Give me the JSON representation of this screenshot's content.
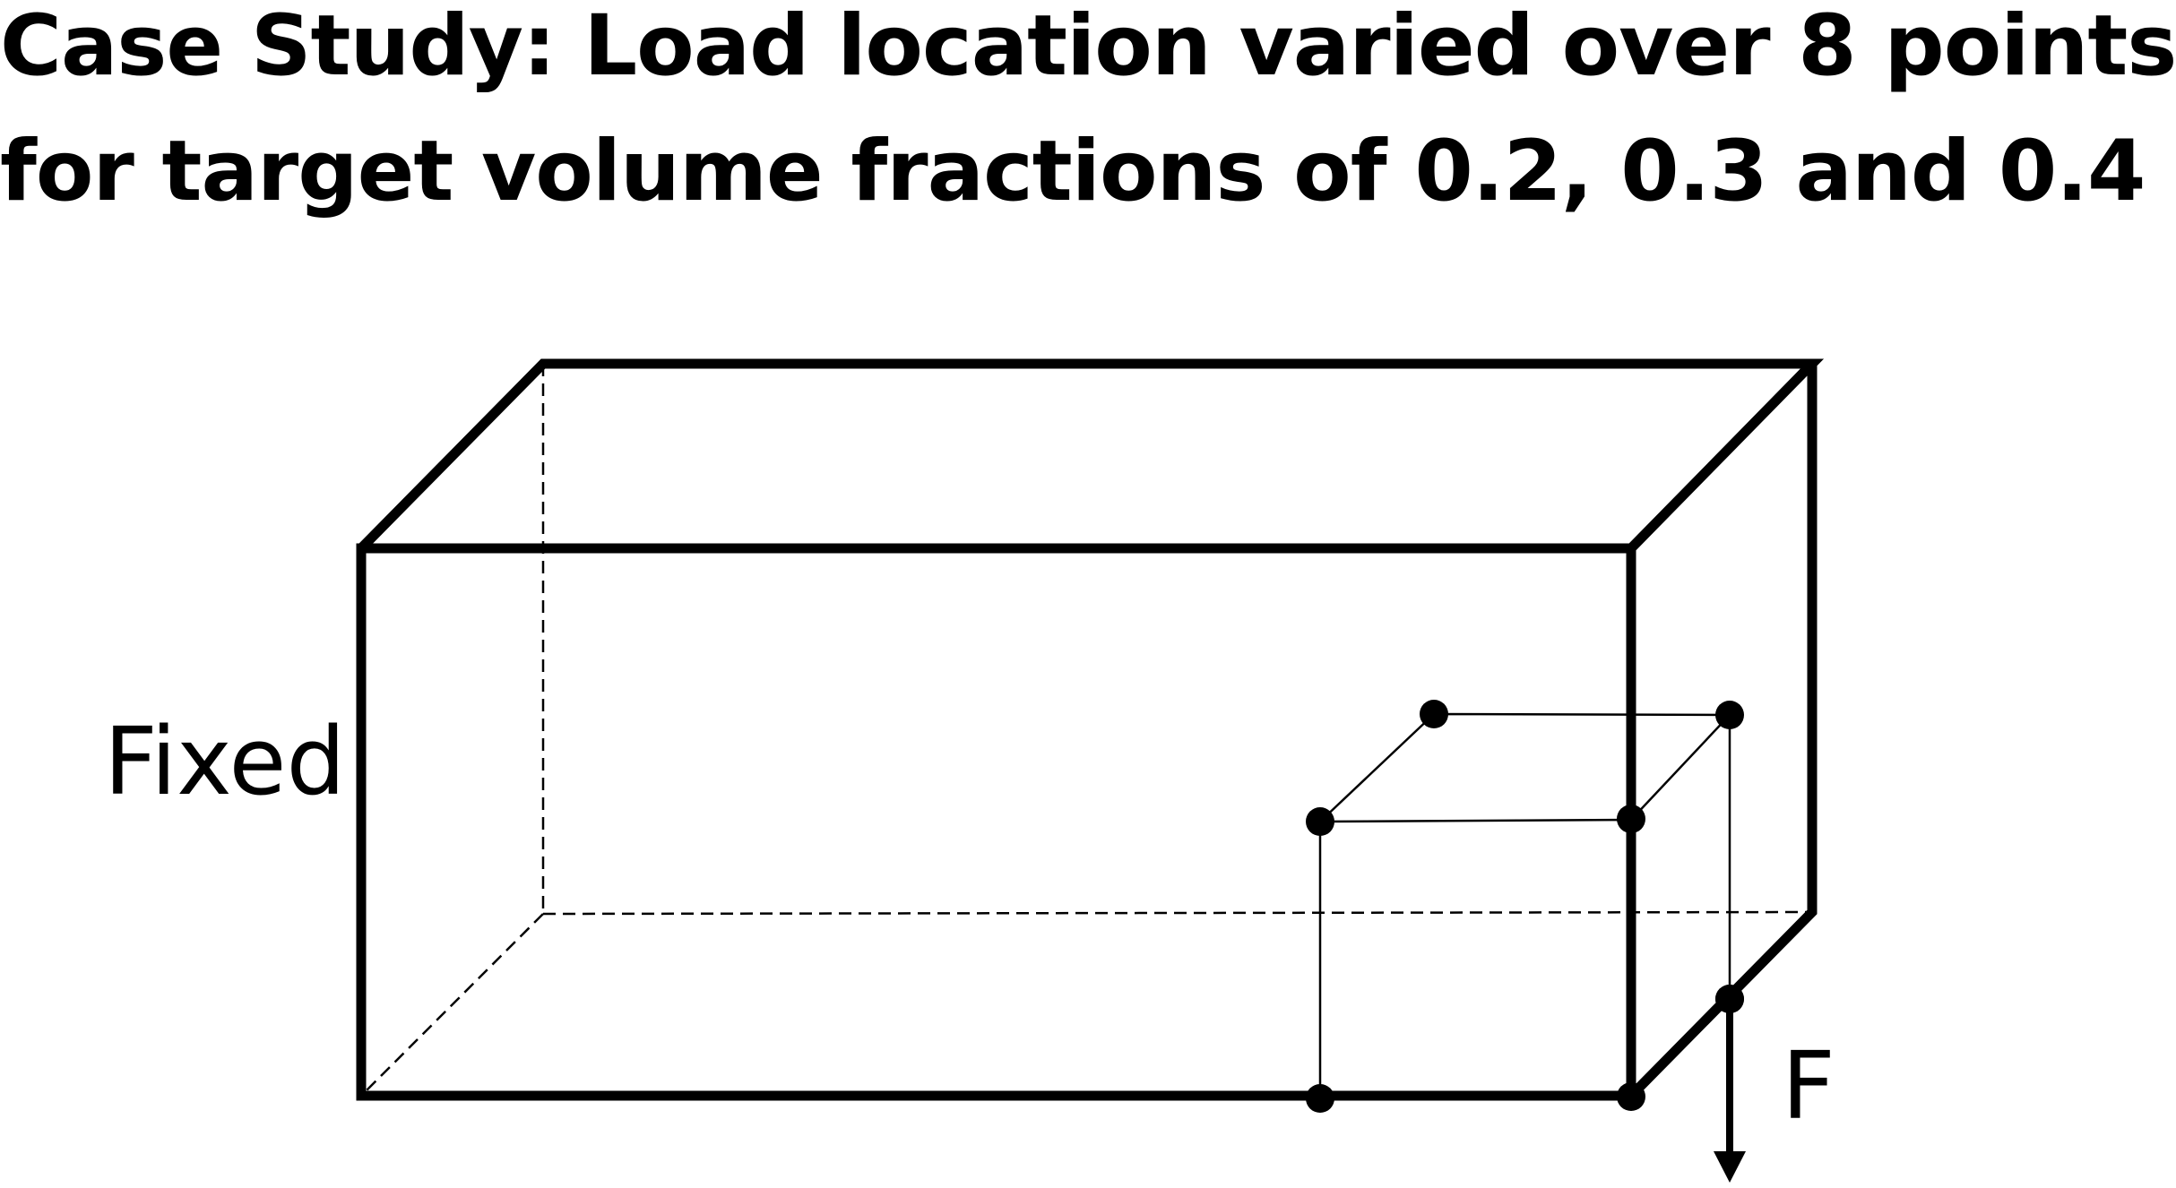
{
  "title": {
    "line1": "Case Study: Load location varied over 8 points",
    "line2": "for target volume fractions of 0.2, 0.3 and 0.4"
  },
  "labels": {
    "fixed": "Fixed",
    "force": "F"
  },
  "colors": {
    "stroke": "#000000",
    "background": "#ffffff"
  },
  "load_points": {
    "count": 8
  }
}
